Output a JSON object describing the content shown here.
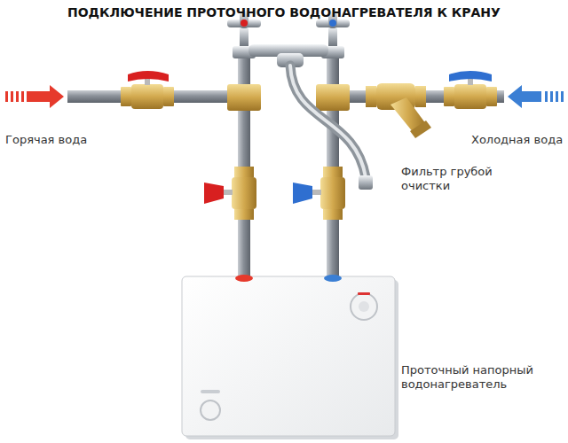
{
  "diagram": {
    "title": "ПОДКЛЮЧЕНИЕ ПРОТОЧНОГО ВОДОНАГРЕВАТЕЛЯ К КРАНУ",
    "labels": [
      "Горячая вода",
      "Холодная вода",
      "Фильтр грубой очистки",
      "Проточный напорный водонагреватель"
    ]
  }
}
